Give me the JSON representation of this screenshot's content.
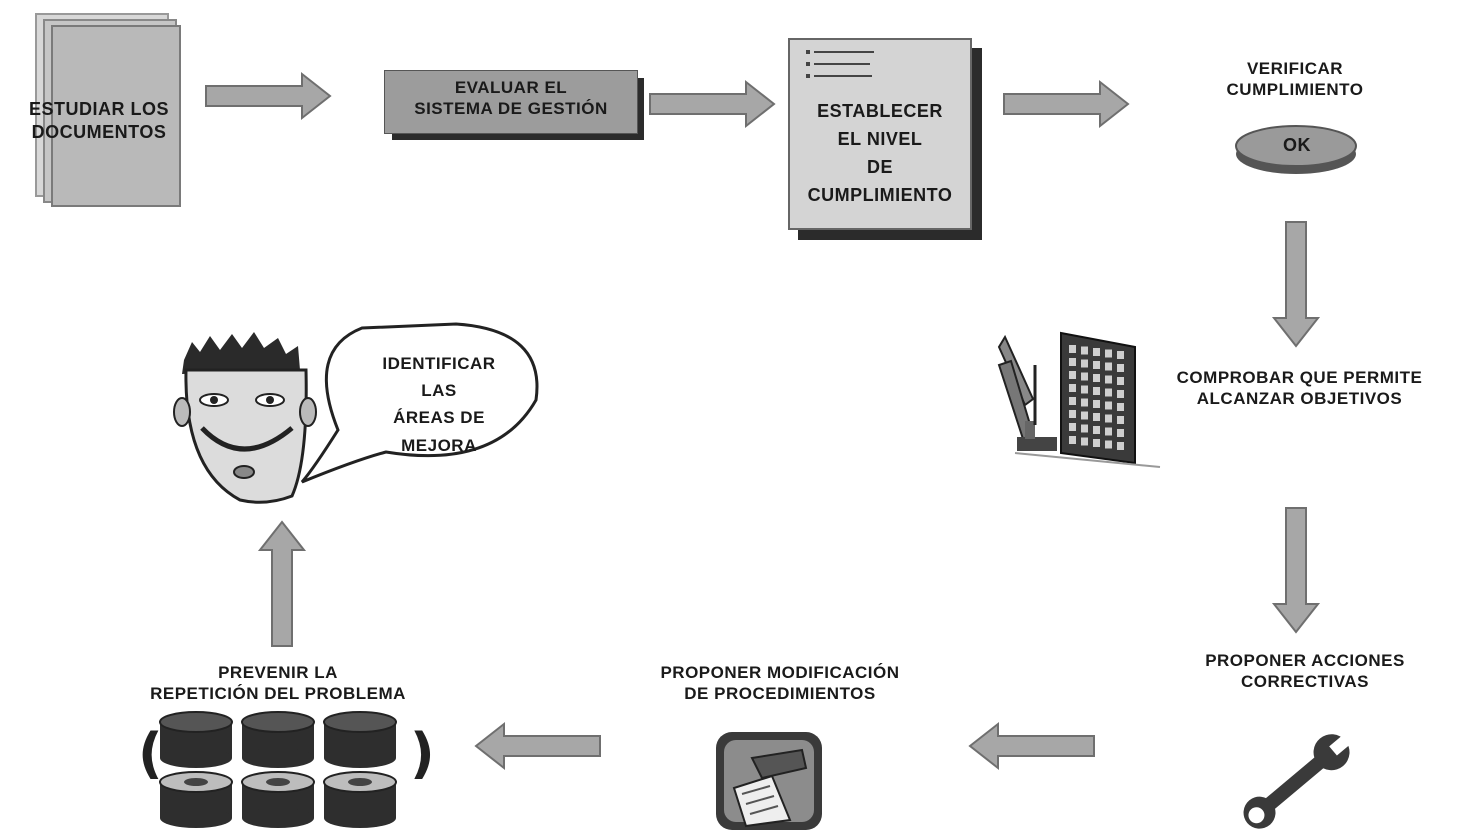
{
  "steps": {
    "study_docs": {
      "l1": "ESTUDIAR LOS",
      "l2": "DOCUMENTOS"
    },
    "evaluate": {
      "l1": "EVALUAR EL",
      "l2": "SISTEMA DE GESTIÓN"
    },
    "establish": {
      "l1": "ESTABLECER",
      "l2": "EL NIVEL",
      "l3": "DE",
      "l4": "CUMPLIMIENTO"
    },
    "verify": {
      "l1": "VERIFICAR",
      "l2": "CUMPLIMIENTO",
      "badge": "OK"
    },
    "check": {
      "l1": "COMPROBAR QUE PERMITE",
      "l2": "ALCANZAR OBJETIVOS"
    },
    "propose_actions": {
      "l1": "PROPONER ACCIONES",
      "l2": "CORRECTIVAS"
    },
    "propose_mod": {
      "l1": "PROPONER MODIFICACIÓN",
      "l2": "DE PROCEDIMIENTOS"
    },
    "prevent": {
      "l1": "PREVENIR LA",
      "l2": "REPETICIÓN DEL PROBLEMA"
    },
    "identify": {
      "l1": "IDENTIFICAR",
      "l2": "LAS",
      "l3": "ÁREAS DE",
      "l4": "MEJORA"
    }
  },
  "colors": {
    "arrow": "#a7a7a7",
    "arrow_stroke": "#6f6f6f",
    "box": "#9c9c9c",
    "shadow": "#2b2b2b"
  }
}
